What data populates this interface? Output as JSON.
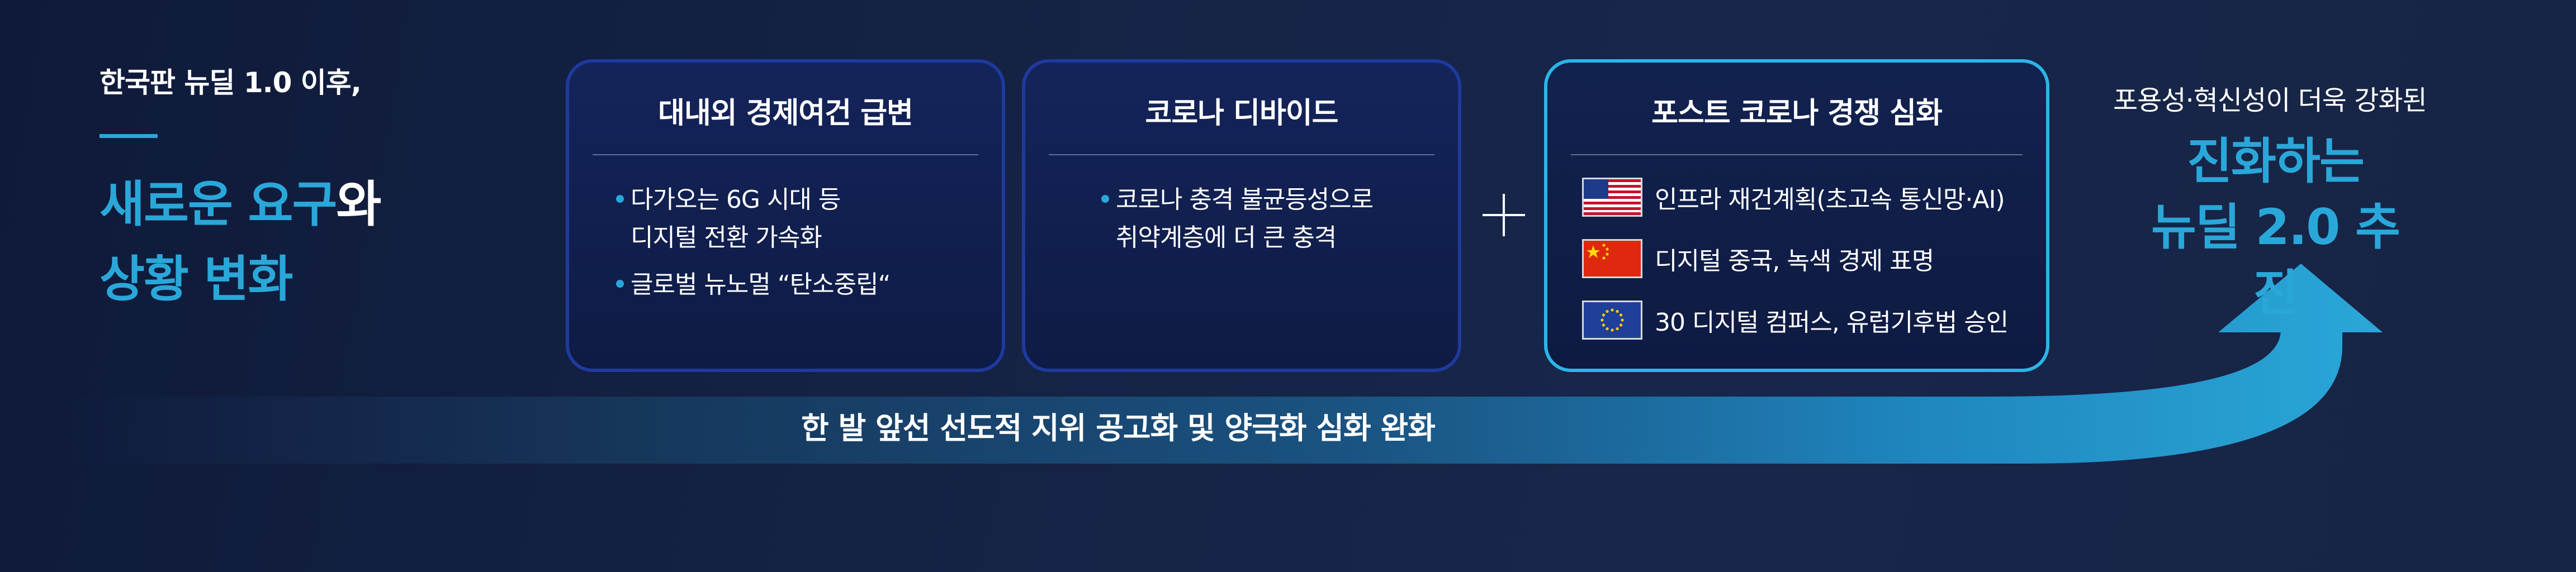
{
  "intro": {
    "lead": "한국판 뉴딜 1.0 이후,",
    "title_line1_cyan": "새로운 요구",
    "title_line1_white": "와",
    "title_line2": "상황 변화"
  },
  "cards": [
    {
      "title": "대내외 경제여건 급변",
      "bullets": [
        {
          "line1": "다가오는 6G 시대 등",
          "line2": "디지털 전환 가속화"
        },
        {
          "line1": "글로벌 뉴노멀 “탄소중립“",
          "line2": ""
        }
      ]
    },
    {
      "title": "코로나 디바이드",
      "bullets": [
        {
          "line1": "코로나 충격 불균등성으로",
          "line2": "취약계층에 더 큰 충격"
        }
      ]
    },
    {
      "title": "포스트 코로나 경쟁 심화",
      "items": [
        {
          "icon": "us-flag-icon",
          "text": "인프라 재건계획(초고속 통신망·AI)"
        },
        {
          "icon": "china-flag-icon",
          "text": "디지털 중국, 녹색 경제 표명"
        },
        {
          "icon": "eu-flag-icon",
          "text": "30 디지털 컴퍼스, 유럽기후법 승인"
        }
      ]
    }
  ],
  "right": {
    "lead": "포용성·혁신성이 더욱 강화된",
    "title_line1": "진화하는",
    "title_line2": "뉴딜 2.0 추진"
  },
  "arrow": {
    "label": "한 발 앞선 선도적 지위 공고화 및 양극화 심화 완화"
  },
  "colors": {
    "accent_cyan": "#2aa7d9",
    "card_border": "#1e3a9e",
    "card_highlight_border": "#2ab6e8",
    "background": "#152244"
  }
}
